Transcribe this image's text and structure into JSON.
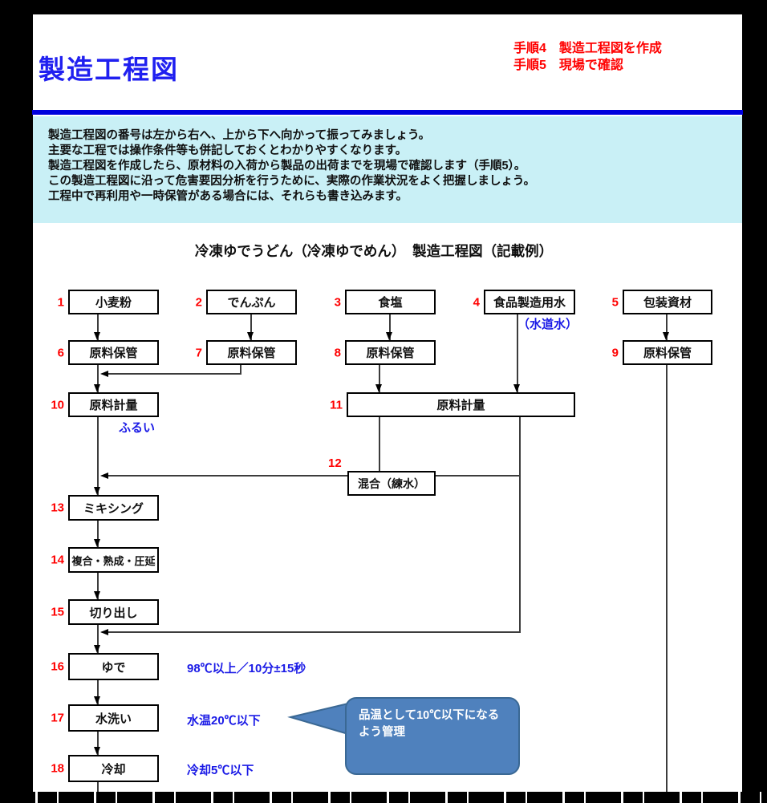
{
  "page": {
    "title": "製造工程図",
    "steps": [
      "手順4　製造工程図を作成",
      "手順5　現場で確認"
    ],
    "info_lines": [
      "製造工程図の番号は左から右へ、上から下へ向かって振ってみましょう。",
      "主要な工程では操作条件等も併記しておくとわかりやすくなります。",
      "製造工程図を作成したら、原材料の入荷から製品の出荷までを現場で確認します（手順5）。",
      "この製造工程図に沿って危害要因分析を行うために、実際の作業状況をよく把握しましょう。",
      "工程中で再利用や一時保管がある場合には、それらも書き込みます。"
    ],
    "diagram_title": "冷凍ゆでうどん（冷凍ゆでめん）　製造工程図（記載例）"
  },
  "flow": {
    "nodes": [
      {
        "num": "1",
        "label": "小麦粉"
      },
      {
        "num": "2",
        "label": "でんぷん"
      },
      {
        "num": "3",
        "label": "食塩"
      },
      {
        "num": "4",
        "label": "食品製造用水"
      },
      {
        "num": "5",
        "label": "包装資材"
      },
      {
        "num": "6",
        "label": "原料保管"
      },
      {
        "num": "7",
        "label": "原料保管"
      },
      {
        "num": "8",
        "label": "原料保管"
      },
      {
        "num": "9",
        "label": "原料保管"
      },
      {
        "num": "10",
        "label": "原料計量"
      },
      {
        "num": "11",
        "label": "原料計量"
      },
      {
        "num": "12",
        "label": "混合（練水）"
      },
      {
        "num": "13",
        "label": "ミキシング"
      },
      {
        "num": "14",
        "label": "複合・熟成・圧延"
      },
      {
        "num": "15",
        "label": "切り出し"
      },
      {
        "num": "16",
        "label": "ゆで"
      },
      {
        "num": "17",
        "label": "水洗い"
      },
      {
        "num": "18",
        "label": "冷却"
      }
    ],
    "annotations": {
      "sieve": "ふるい",
      "tap_water": "（水道水）",
      "boil": "98℃以上／10分±15秒",
      "rinse": "水温20℃以下",
      "cool": "冷却5℃以下"
    },
    "callout": {
      "line1": "品温として10℃以下になる",
      "line2": "よう管理"
    }
  },
  "colors": {
    "title_blue": "#2020f0",
    "rule_blue": "#0000dd",
    "info_bg": "#c9f0f6",
    "step_red": "#ff0000",
    "annotation_blue": "#1a1ae6",
    "callout_fill": "#4f81bd",
    "callout_border": "#3a6894"
  }
}
